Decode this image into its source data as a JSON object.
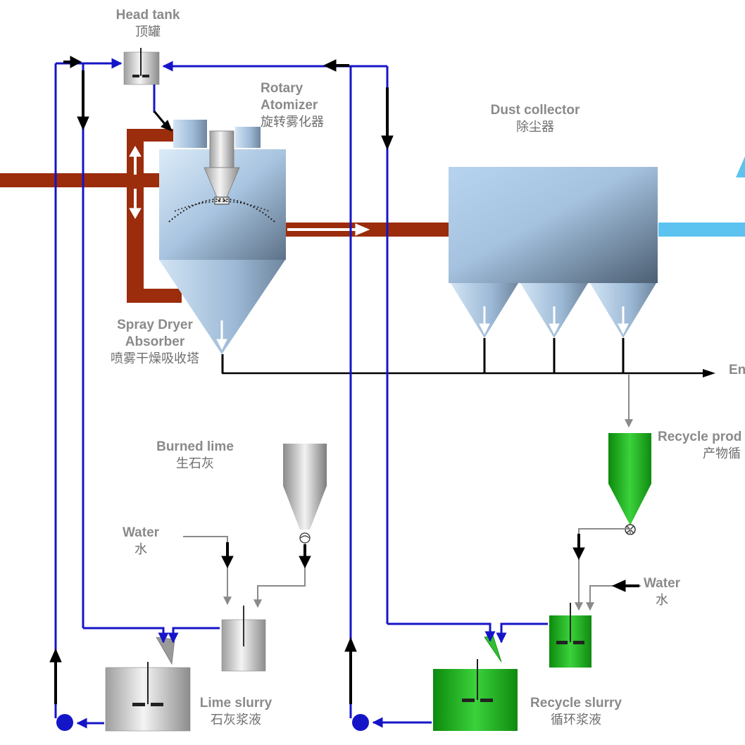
{
  "labels": {
    "head_tank": {
      "en": "Head tank",
      "zh": "顶罐"
    },
    "rotary_atomizer": {
      "en1": "Rotary",
      "en2": "Atomizer",
      "zh": "旋转雾化器"
    },
    "dust_collector": {
      "en": "Dust collector",
      "zh": "除尘器"
    },
    "spray_dryer": {
      "en1": "Spray Dryer",
      "en2": "Absorber",
      "zh": "喷雾干燥吸收塔"
    },
    "end_product": {
      "en": "En"
    },
    "recycle_product": {
      "en": "Recycle prod",
      "zh": "产物循"
    },
    "burned_lime": {
      "en": "Burned lime",
      "zh": "生石灰"
    },
    "water_left": {
      "en": "Water",
      "zh": "水"
    },
    "water_right": {
      "en": "Water",
      "zh": "水"
    },
    "lime_slurry": {
      "en": "Lime slurry",
      "zh": "石灰浆液"
    },
    "recycle_slurry": {
      "en": "Recycle slurry",
      "zh": "循环浆液"
    }
  },
  "colors": {
    "flue_gas": "#9b2c0c",
    "clean_gas": "#5cc3f0",
    "slurry_line": "#1515c8",
    "product_line": "#000000",
    "recycle_vessel": "#1fae1f",
    "vessel_steel": "#b8cfe6",
    "label_text": "#8a8a8a"
  },
  "icons": [
    "agitator-icon",
    "pump-icon",
    "rotary-valve-icon",
    "flow-arrow-icon"
  ]
}
